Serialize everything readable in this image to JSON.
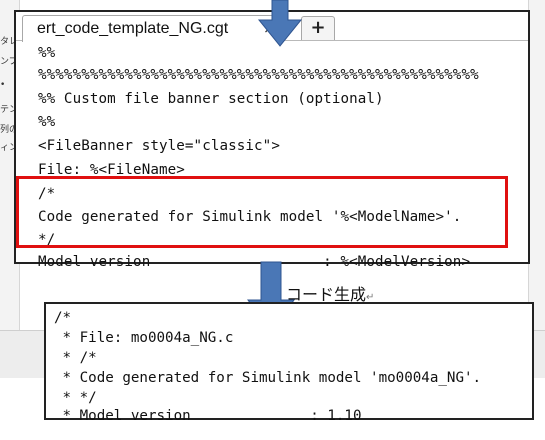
{
  "background": {
    "left_fragments": [
      "タレ",
      "ンプし",
      "•",
      "テン",
      "列の",
      "ィン"
    ]
  },
  "editor": {
    "tab_title": "ert_code_template_NG.cgt",
    "tab_close": "×",
    "tab_add": "+",
    "lines": [
      "%%",
      "%%%%%%%%%%%%%%%%%%%%%%%%%%%%%%%%%%%%%%%%%%%%%%%%%%%",
      "%% Custom file banner section (optional)",
      "%%",
      "<FileBanner style=\"classic\">",
      "File: %<FileName>",
      "/*",
      "Code generated for Simulink model '%<ModelName>'.",
      "*/",
      "Model version                    : %<ModelVersion>"
    ]
  },
  "caption": {
    "text": "コード生成",
    "mark": "↵"
  },
  "generated": {
    "lines": [
      "/*",
      " * File: mo0004a_NG.c",
      " * /*",
      " * Code generated for Simulink model 'mo0004a_NG'.",
      " * */",
      " * Model version              : 1.10"
    ]
  },
  "colors": {
    "highlight": "#e01010",
    "arrow": "#4a77b6"
  }
}
